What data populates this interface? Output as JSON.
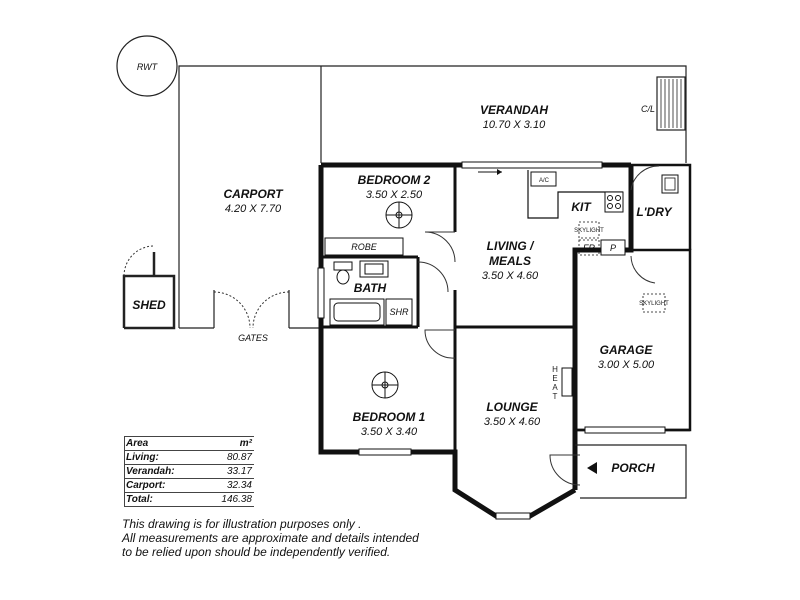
{
  "rooms": {
    "rwt": "RWT",
    "verandah": {
      "name": "VERANDAH",
      "dims": "10.70 X 3.10"
    },
    "cl": "C/L",
    "carport": {
      "name": "CARPORT",
      "dims": "4.20 X 7.70"
    },
    "bedroom2": {
      "name": "BEDROOM 2",
      "dims": "3.50 X 2.50"
    },
    "kit": "KIT",
    "ac": "A/C",
    "ldry": "L'DRY",
    "skylight": "SKYLIGHT",
    "fr": "FR",
    "p": "P",
    "robe": "ROBE",
    "living": {
      "name_line1": "LIVING /",
      "name_line2": "MEALS",
      "dims": "3.50 X 4.60"
    },
    "bath": "BATH",
    "shr": "SHR",
    "shed": "SHED",
    "gates": "GATES",
    "garage": {
      "name": "GARAGE",
      "dims": "3.00 X 5.00"
    },
    "heat": "HEAT",
    "lounge": {
      "name": "LOUNGE",
      "dims": "3.50 X 4.60"
    },
    "bedroom1": {
      "name": "BEDROOM 1",
      "dims": "3.50 X 3.40"
    },
    "porch": "PORCH"
  },
  "areas": {
    "header": {
      "label": "Area",
      "unit": "m²"
    },
    "rows": [
      {
        "label": "Living:",
        "value": "80.87"
      },
      {
        "label": "Verandah:",
        "value": "33.17"
      },
      {
        "label": "Carport:",
        "value": "32.34"
      },
      {
        "label": "Total:",
        "value": "146.38"
      }
    ]
  },
  "disclaimer": {
    "line1": "This drawing is for illustration purposes only .",
    "line2": "All measurements are approximate and details intended",
    "line3": "to be relied upon should be independently verified."
  }
}
